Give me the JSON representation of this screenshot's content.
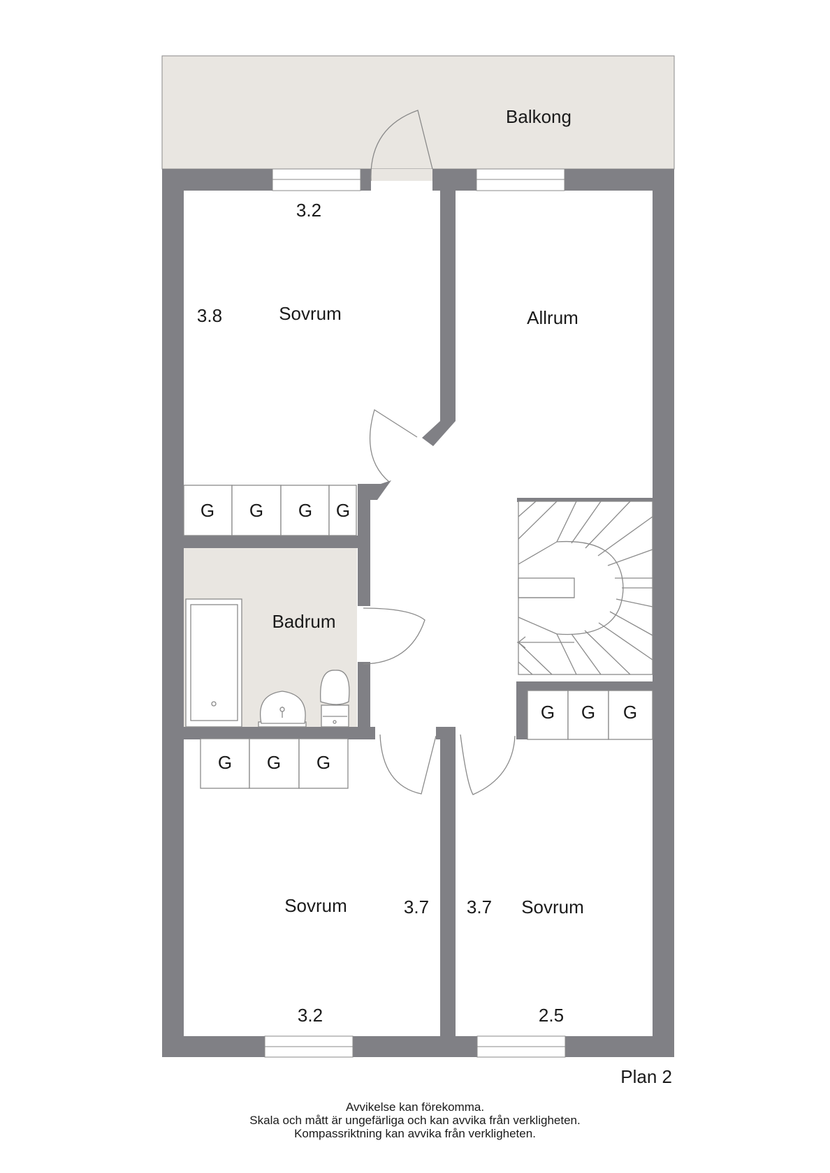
{
  "colors": {
    "wall": "#808085",
    "floor_tile": "#e9e6e1",
    "line": "#8a8a8a"
  },
  "rooms": {
    "balkong": "Balkong",
    "sovrum_top": "Sovrum",
    "allrum": "Allrum",
    "badrum": "Badrum",
    "sovrum_bottom_left": "Sovrum",
    "sovrum_bottom_right": "Sovrum"
  },
  "dimensions": {
    "sovrum_top_width": "3.2",
    "sovrum_top_depth": "3.8",
    "sovrum_bl_depth": "3.7",
    "sovrum_bl_width": "3.2",
    "sovrum_br_depth": "3.7",
    "sovrum_br_width": "2.5"
  },
  "wardrobe_label": "G",
  "plan_title": "Plan 2",
  "disclaimer": [
    "Avvikelse kan förekomma.",
    "Skala och mått är ungefärliga och kan avvika från verkligheten.",
    "Kompassriktning kan avvika från verkligheten."
  ]
}
